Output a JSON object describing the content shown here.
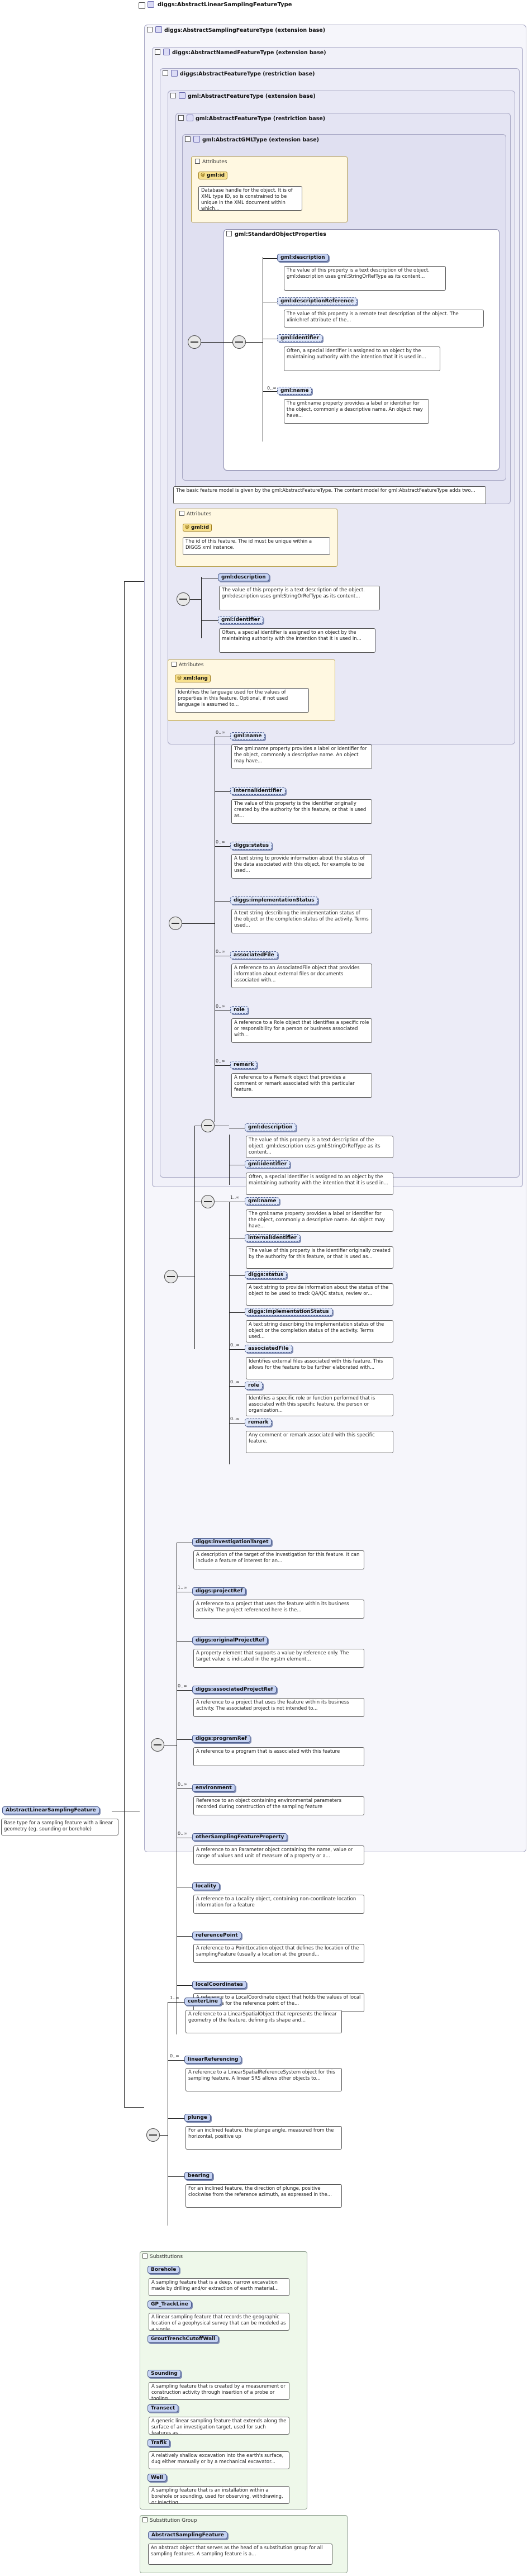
{
  "title": "diggs:AbstractLinearSamplingFeatureType",
  "root_element": {
    "name": "AbstractLinearSamplingFeature",
    "doc": "Base type for a sampling feature with a linear geometry (eg. sounding or borehole)"
  },
  "extensions": {
    "sampling": "diggs:AbstractSamplingFeatureType (extension base)",
    "named": "diggs:AbstractNamedFeatureType (extension base)",
    "feature": "diggs:AbstractFeatureType (restriction base)",
    "featurebase": "gml:AbstractFeatureType (extension base)",
    "gmlfeature": "gml:AbstractFeatureType (restriction base)",
    "gmlobject": "gml:AbstractGMLType (extension base)"
  },
  "labels": {
    "attributes": "Attributes",
    "standard_props": "gml:StandardObjectProperties",
    "substitutions": "Substitutions",
    "substitution_group": "Substitution Group"
  },
  "gml_object": {
    "attr_name": "gml:id",
    "attr_doc": "Database handle for the object. It is of XML type ID, so is constrained to be unique in the XML document within which...",
    "props": [
      {
        "name": "gml:description",
        "doc": "The value of this property is a text description of the object. gml:description uses gml:StringOrRefType as its content..."
      },
      {
        "name": "gml:descriptionReference",
        "doc": "The value of this property is a remote text description of the object. The xlink:href attribute of the..."
      },
      {
        "name": "gml:identifier",
        "doc": "Often, a special identifier is assigned to an object by the maintaining authority with the intention that it is used in..."
      },
      {
        "name": "gml:name",
        "doc": "The gml:name property provides a label or identifier for the object, commonly a descriptive name. An object may have..."
      }
    ],
    "occ_name": "0..∞"
  },
  "basic_feature_doc": "The basic feature model is given by the gml:AbstractFeatureType. The content model for gml:AbstractFeatureType adds two...",
  "restriction_feature": {
    "attr_name": "gml:id",
    "attr_doc": "The id of this feature. The id must be unique within a DIGGS xml instance.",
    "props": [
      {
        "name": "gml:description",
        "doc": "The value of this property is a text description of the object. gml:description uses gml:StringOrRefType as its content..."
      },
      {
        "name": "gml:identifier",
        "doc": "Often, a special identifier is assigned to an object by the maintaining authority with the intention that it is used in..."
      }
    ]
  },
  "named_feature": {
    "attr_name": "xml:lang",
    "attr_doc": "Identifies the language used for the values of properties in this feature. Optional, if not used language is assumed to...",
    "props": [
      {
        "name": "gml:name",
        "occ": "0..∞",
        "doc": "The gml:name property provides a label or identifier for the object, commonly a descriptive name. An object may have..."
      },
      {
        "name": "internalIdentifier",
        "occ": "",
        "doc": "The value of this property is the identifier originally created by the authority for this feature, or that is used as..."
      },
      {
        "name": "diggs:status",
        "occ": "0..∞",
        "doc": "A text string to provide information about the status of the data associated with this object, for example to be used..."
      },
      {
        "name": "diggs:implementationStatus",
        "occ": "",
        "doc": "A text string describing the implementation status of the object or the completion status of the activity. Terms used..."
      },
      {
        "name": "associatedFile",
        "occ": "0..∞",
        "doc": "A reference to an AssociatedFile object that provides information about external files or documents associated with..."
      },
      {
        "name": "role",
        "occ": "0..∞",
        "doc": "A reference to a Role object that identifies a specific role or responsibility for a person or business associated with..."
      },
      {
        "name": "remark",
        "occ": "0..∞",
        "doc": "A reference to a Remark object that provides a comment or remark associated with this particular feature."
      }
    ]
  },
  "derived_props": [
    {
      "name": "gml:description",
      "occ": "",
      "doc": "The value of this property is a text description of the object. gml:description uses gml:StringOrRefType as its content..."
    },
    {
      "name": "gml:identifier",
      "occ": "",
      "doc": "Often, a special identifier is assigned to an object by the maintaining authority with the intention that it is used in..."
    },
    {
      "name": "gml:name",
      "occ": "1..∞",
      "doc": "The gml:name property provides a label or identifier for the object, commonly a descriptive name. An object may have..."
    },
    {
      "name": "internalIdentifier",
      "occ": "",
      "doc": "The value of this property is the identifier originally created by the authority for this feature, or that is used as..."
    },
    {
      "name": "diggs:status",
      "occ": "",
      "doc": "A text string to provide information about the status of the object to be used to track QA/QC status, review or..."
    },
    {
      "name": "diggs:implementationStatus",
      "occ": "",
      "doc": "A text string describing the implementation status of the object or the completion status of the activity. Terms used..."
    },
    {
      "name": "associatedFile",
      "occ": "0..∞",
      "doc": "Identifies external files associated with this feature. This allows for the feature to be further elaborated with..."
    },
    {
      "name": "role",
      "occ": "0..∞",
      "doc": "Identifies a specific role or function performed that is associated with this specific feature, the person or organization..."
    },
    {
      "name": "remark",
      "occ": "0..∞",
      "doc": "Any comment or remark associated with this specific feature."
    }
  ],
  "sampling_props": [
    {
      "name": "diggs:investigationTarget",
      "occ": "",
      "doc": "A description of the target of the investigation for this feature. It can include a feature of interest for an..."
    },
    {
      "name": "diggs:projectRef",
      "occ": "1..∞",
      "doc": "A reference to a project that uses the feature within its business activity. The project referenced here is the..."
    },
    {
      "name": "diggs:originalProjectRef",
      "occ": "",
      "doc": "A property element that supports a value by reference only. The target value is indicated in the xgstm element..."
    },
    {
      "name": "diggs:associatedProjectRef",
      "occ": "0..∞",
      "doc": "A reference to a project that uses the feature within its business activity. The associated project is not intended to..."
    },
    {
      "name": "diggs:programRef",
      "occ": "",
      "doc": "A reference to a program that is associated with this feature"
    },
    {
      "name": "environment",
      "occ": "0..∞",
      "doc": "Reference to an object containing environmental parameters recorded during construction of the sampling feature"
    },
    {
      "name": "otherSamplingFeatureProperty",
      "occ": "0..∞",
      "doc": "A reference to an Parameter object containing the name, value or range of values and unit of measure of a property or a..."
    },
    {
      "name": "locality",
      "occ": "",
      "doc": "A reference to a Locality object, containing non-coordinate location information for a feature"
    },
    {
      "name": "referencePoint",
      "occ": "",
      "doc": "A reference to a PointLocation object that defines the location of the samplingFeature (usually a location at the ground..."
    },
    {
      "name": "localCoordinates",
      "occ": "",
      "doc": "A reference to a LocalCoordinate object that holds the values of local coordinates for the reference point of the..."
    }
  ],
  "linear_props": [
    {
      "name": "centerLine",
      "occ": "1..∞",
      "doc": "A reference to a LinearSpatialObject that represents the linear geometry of the feature, defining its shape and..."
    },
    {
      "name": "linearReferencing",
      "occ": "0..∞",
      "doc": "A reference to a LinearSpatialReferenceSystem object for this sampling feature. A linear SRS allows other objects to..."
    },
    {
      "name": "plunge",
      "occ": "",
      "doc": "For an inclined feature, the plunge angle, measured from the horizontal, positive up"
    },
    {
      "name": "bearing",
      "occ": "",
      "doc": "For an inclined feature, the direction of plunge, positive clockwise from the reference azimuth, as expressed in the..."
    }
  ],
  "substitutions": [
    {
      "name": "Borehole",
      "doc": "A sampling feature that is a deep, narrow excavation made by drilling and/or extraction of earth material..."
    },
    {
      "name": "GP_TrackLine",
      "doc": "A linear sampling feature that records the geographic location of a geophysical survey that can be modeled as a single..."
    },
    {
      "name": "GroutTrenchCutoffWall",
      "doc": ""
    },
    {
      "name": "Sounding",
      "doc": "A sampling feature that is created by a measurement or construction activity through insertion of a probe or tooling..."
    },
    {
      "name": "Transect",
      "doc": "A generic linear sampling feature that extends along the surface of an investigation target, used for such features as..."
    },
    {
      "name": "Trafik",
      "doc": "A relatively shallow excavation into the earth's surface, dug either manually or by a mechanical excavator..."
    },
    {
      "name": "Well",
      "doc": "A sampling feature that is an installation within a borehole or sounding, used for observing, withdrawing, or injecting..."
    }
  ],
  "substitution_group": {
    "name": "AbstractSamplingFeature",
    "doc": "An abstract object that serves as the head of a substitution group for all sampling features. A sampling feature is a..."
  }
}
